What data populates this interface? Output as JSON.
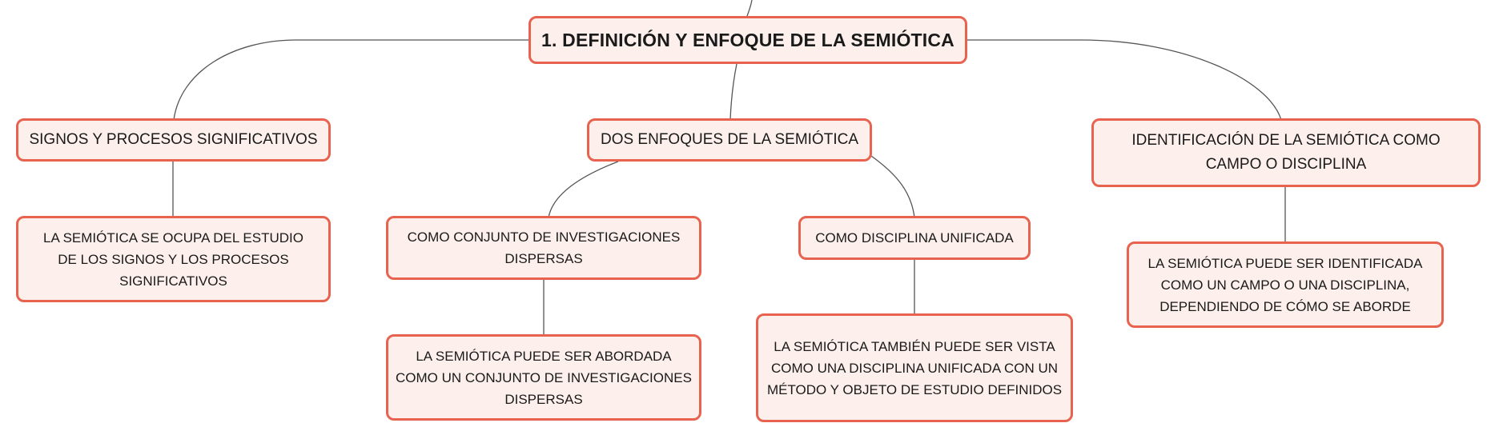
{
  "mindmap": {
    "root": "1. DEFINICIÓN Y ENFOQUE DE LA SEMIÓTICA",
    "branches": [
      {
        "label": "SIGNOS Y PROCESOS SIGNIFICATIVOS",
        "children": [
          {
            "label": "LA SEMIÓTICA SE OCUPA DEL ESTUDIO DE LOS SIGNOS Y LOS PROCESOS SIGNIFICATIVOS"
          }
        ]
      },
      {
        "label": "DOS ENFOQUES DE LA SEMIÓTICA",
        "children": [
          {
            "label": "COMO CONJUNTO DE INVESTIGACIONES DISPERSAS",
            "children": [
              {
                "label": "LA SEMIÓTICA PUEDE SER ABORDADA COMO UN CONJUNTO DE INVESTIGACIONES DISPERSAS"
              }
            ]
          },
          {
            "label": "COMO DISCIPLINA UNIFICADA",
            "children": [
              {
                "label": "LA SEMIÓTICA TAMBIÉN PUEDE SER VISTA COMO UNA DISCIPLINA UNIFICADA CON UN MÉTODO Y OBJETO DE ESTUDIO DEFINIDOS"
              }
            ]
          }
        ]
      },
      {
        "label": "IDENTIFICACIÓN DE LA SEMIÓTICA COMO CAMPO O DISCIPLINA",
        "children": [
          {
            "label": "LA SEMIÓTICA PUEDE SER IDENTIFICADA COMO UN CAMPO O UNA DISCIPLINA, DEPENDIENDO DE CÓMO SE ABORDE"
          }
        ]
      }
    ]
  },
  "colors": {
    "node_border": "#e8634f",
    "node_fill": "#fdf0ec",
    "connector": "#555555"
  }
}
